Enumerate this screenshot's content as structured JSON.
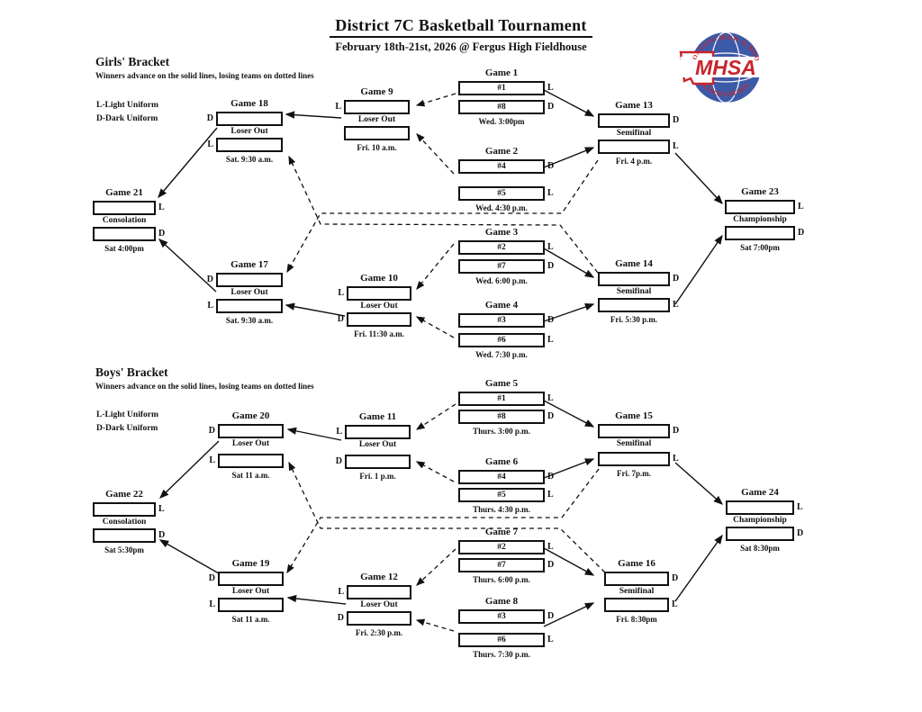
{
  "header": {
    "title": "District 7C Basketball Tournament",
    "subtitle": "February 18th-21st, 2026 @ Fergus High Fieldhouse"
  },
  "logo": {
    "acronym": "MHSA",
    "top_arc": "MONTANA HIGH SCHOOL",
    "bottom_arc": "ASSOCIATION"
  },
  "colors": {
    "logo_blue": "#3d5aa8",
    "logo_red": "#c8252c",
    "ink": "#111111"
  },
  "brackets": {
    "girls": {
      "heading": "Girls' Bracket",
      "note": "Winners advance on the solid lines, losing teams on dotted lines",
      "legend_light": "L-Light Uniform",
      "legend_dark": "D-Dark Uniform"
    },
    "boys": {
      "heading": "Boys' Bracket",
      "note": "Winners advance on the solid lines, losing teams on dotted lines",
      "legend_light": "L-Light Uniform",
      "legend_dark": "D-Dark Uniform"
    }
  },
  "games": {
    "g1": {
      "title": "Game 1",
      "slot1": {
        "seed": "#1",
        "letter": "L"
      },
      "slot2": {
        "seed": "#8",
        "letter": "D"
      },
      "label": "",
      "time": "Wed. 3:00pm"
    },
    "g2": {
      "title": "Game 2",
      "slot1": {
        "seed": "#4",
        "letter": "D"
      },
      "slot2": {
        "seed": "#5",
        "letter": "L"
      },
      "label": "",
      "time": "Wed. 4:30 p.m."
    },
    "g3": {
      "title": "Game 3",
      "slot1": {
        "seed": "#2",
        "letter": "L"
      },
      "slot2": {
        "seed": "#7",
        "letter": "D"
      },
      "label": "",
      "time": "Wed. 6:00 p.m."
    },
    "g4": {
      "title": "Game 4",
      "slot1": {
        "seed": "#3",
        "letter": "D"
      },
      "slot2": {
        "seed": "#6",
        "letter": "L"
      },
      "label": "",
      "time": "Wed. 7:30 p.m."
    },
    "g5": {
      "title": "Game 5",
      "slot1": {
        "seed": "#1",
        "letter": "L"
      },
      "slot2": {
        "seed": "#8",
        "letter": "D"
      },
      "label": "",
      "time": "Thurs. 3:00 p.m."
    },
    "g6": {
      "title": "Game 6",
      "slot1": {
        "seed": "#4",
        "letter": "D"
      },
      "slot2": {
        "seed": "#5",
        "letter": "L"
      },
      "label": "",
      "time": "Thurs. 4:30 p.m."
    },
    "g7": {
      "title": "Game 7",
      "slot1": {
        "seed": "#2",
        "letter": "L"
      },
      "slot2": {
        "seed": "#7",
        "letter": "D"
      },
      "label": "",
      "time": "Thurs. 6:00 p.m."
    },
    "g8": {
      "title": "Game 8",
      "slot1": {
        "seed": "#3",
        "letter": "D"
      },
      "slot2": {
        "seed": "#6",
        "letter": "L"
      },
      "label": "",
      "time": "Thurs. 7:30 p.m."
    },
    "g9": {
      "title": "Game 9",
      "slot1": {
        "seed": "",
        "letter": "L"
      },
      "slot2": {
        "seed": "",
        "letter": ""
      },
      "label": "Loser Out",
      "time": "Fri. 10 a.m."
    },
    "g10": {
      "title": "Game 10",
      "slot1": {
        "seed": "",
        "letter": "L"
      },
      "slot2": {
        "seed": "",
        "letter": "D"
      },
      "label": "Loser Out",
      "time": "Fri. 11:30 a.m."
    },
    "g11": {
      "title": "Game 11",
      "slot1": {
        "seed": "",
        "letter": "L"
      },
      "slot2": {
        "seed": "",
        "letter": "D"
      },
      "label": "Loser Out",
      "time": "Fri. 1 p.m."
    },
    "g12": {
      "title": "Game 12",
      "slot1": {
        "seed": "",
        "letter": "L"
      },
      "slot2": {
        "seed": "",
        "letter": "D"
      },
      "label": "Loser Out",
      "time": "Fri. 2:30 p.m."
    },
    "g13": {
      "title": "Game 13",
      "slot1": {
        "seed": "",
        "letter": "D"
      },
      "slot2": {
        "seed": "",
        "letter": "L"
      },
      "label": "Semifinal",
      "time": "Fri. 4 p.m."
    },
    "g14": {
      "title": "Game 14",
      "slot1": {
        "seed": "",
        "letter": "D"
      },
      "slot2": {
        "seed": "",
        "letter": "L"
      },
      "label": "Semifinal",
      "time": "Fri. 5:30 p.m."
    },
    "g15": {
      "title": "Game 15",
      "slot1": {
        "seed": "",
        "letter": "D"
      },
      "slot2": {
        "seed": "",
        "letter": "L"
      },
      "label": "Semifinal",
      "time": "Fri. 7p.m."
    },
    "g16": {
      "title": "Game 16",
      "slot1": {
        "seed": "",
        "letter": "D"
      },
      "slot2": {
        "seed": "",
        "letter": "L"
      },
      "label": "Semifinal",
      "time": "Fri. 8:30pm"
    },
    "g17": {
      "title": "Game 17",
      "slot1": {
        "seed": "",
        "letter": "D"
      },
      "slot2": {
        "seed": "",
        "letter": "L"
      },
      "label": "Loser Out",
      "time": "Sat. 9:30 a.m."
    },
    "g18": {
      "title": "Game 18",
      "slot1": {
        "seed": "",
        "letter": "D"
      },
      "slot2": {
        "seed": "",
        "letter": "L"
      },
      "label": "Loser Out",
      "time": "Sat. 9:30 a.m."
    },
    "g19": {
      "title": "Game 19",
      "slot1": {
        "seed": "",
        "letter": "D"
      },
      "slot2": {
        "seed": "",
        "letter": "L"
      },
      "label": "Loser Out",
      "time": "Sat 11 a.m."
    },
    "g20": {
      "title": "Game 20",
      "slot1": {
        "seed": "",
        "letter": "D"
      },
      "slot2": {
        "seed": "",
        "letter": "L"
      },
      "label": "Loser Out",
      "time": "Sat 11 a.m."
    },
    "g21": {
      "title": "Game 21",
      "slot1": {
        "seed": "",
        "letter": "L"
      },
      "slot2": {
        "seed": "",
        "letter": "D"
      },
      "label": "Consolation",
      "time": "Sat 4:00pm"
    },
    "g22": {
      "title": "Game 22",
      "slot1": {
        "seed": "",
        "letter": "L"
      },
      "slot2": {
        "seed": "",
        "letter": "D"
      },
      "label": "Consolation",
      "time": "Sat 5:30pm"
    },
    "g23": {
      "title": "Game 23",
      "slot1": {
        "seed": "",
        "letter": "L"
      },
      "slot2": {
        "seed": "",
        "letter": "D"
      },
      "label": "Championship",
      "time": "Sat 7:00pm"
    },
    "g24": {
      "title": "Game 24",
      "slot1": {
        "seed": "",
        "letter": "L"
      },
      "slot2": {
        "seed": "",
        "letter": "D"
      },
      "label": "Championship",
      "time": "Sat 8:30pm"
    }
  }
}
